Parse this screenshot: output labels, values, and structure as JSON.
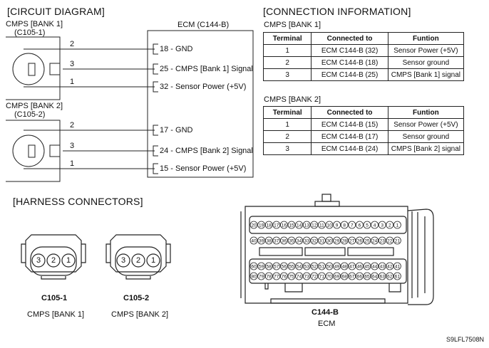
{
  "circuit": {
    "header": "[CIRCUIT DIAGRAM]",
    "ecm_title": "ECM (C144-B)",
    "bank1": {
      "name": "CMPS [BANK 1]",
      "conn": "(C105-1)",
      "pins": [
        {
          "pin": "2",
          "ecm_pin": "18",
          "label": "GND"
        },
        {
          "pin": "3",
          "ecm_pin": "25",
          "label": "CMPS [Bank 1] Signal"
        },
        {
          "pin": "1",
          "ecm_pin": "32",
          "label": "Sensor Power (+5V)"
        }
      ]
    },
    "bank2": {
      "name": "CMPS [BANK 2]",
      "conn": "(C105-2)",
      "pins": [
        {
          "pin": "2",
          "ecm_pin": "17",
          "label": "GND"
        },
        {
          "pin": "3",
          "ecm_pin": "24",
          "label": "CMPS [Bank 2] Signal"
        },
        {
          "pin": "1",
          "ecm_pin": "15",
          "label": "Sensor Power (+5V)"
        }
      ]
    }
  },
  "connection_info": {
    "header": "[CONNECTION INFORMATION]",
    "columns": [
      "Terminal",
      "Connected to",
      "Funtion"
    ],
    "bank1": {
      "title": "CMPS [BANK 1]",
      "rows": [
        [
          "1",
          "ECM C144-B (32)",
          "Sensor Power (+5V)"
        ],
        [
          "2",
          "ECM C144-B (18)",
          "Sensor ground"
        ],
        [
          "3",
          "ECM C144-B (25)",
          "CMPS [Bank 1] signal"
        ]
      ]
    },
    "bank2": {
      "title": "CMPS [BANK 2]",
      "rows": [
        [
          "1",
          "ECM C144-B (15)",
          "Sensor Power (+5V)"
        ],
        [
          "2",
          "ECM C144-B (17)",
          "Sensor ground"
        ],
        [
          "3",
          "ECM C144-B (24)",
          "CMPS [Bank 2] signal"
        ]
      ]
    }
  },
  "harness": {
    "header": "[HARNESS CONNECTORS]",
    "c105_1": {
      "id": "C105-1",
      "name": "CMPS [BANK 1]",
      "pins": [
        "3",
        "2",
        "1"
      ]
    },
    "c105_2": {
      "id": "C105-2",
      "name": "CMPS [BANK 2]",
      "pins": [
        "3",
        "2",
        "1"
      ]
    },
    "c144b": {
      "id": "C144-B",
      "name": "ECM",
      "row1": [
        "20",
        "19",
        "18",
        "17",
        "16",
        "15",
        "14",
        "13",
        "12",
        "11",
        "10",
        "9",
        "8",
        "7",
        "6",
        "5",
        "4",
        "3",
        "2",
        "1"
      ],
      "row2": [
        "40",
        "39",
        "38",
        "37",
        "36",
        "35",
        "34",
        "33",
        "32",
        "31",
        "30",
        "29",
        "28",
        "27",
        "26",
        "25",
        "24",
        "23",
        "22",
        "21"
      ],
      "row3": [
        "60",
        "59",
        "58",
        "57",
        "56",
        "55",
        "54",
        "53",
        "52",
        "51",
        "50",
        "49",
        "48",
        "47",
        "46",
        "45",
        "44",
        "43",
        "42",
        "41"
      ],
      "row4": [
        "80",
        "79",
        "78",
        "77",
        "76",
        "75",
        "74",
        "73",
        "72",
        "71",
        "70",
        "69",
        "68",
        "67",
        "66",
        "65",
        "64",
        "63",
        "62",
        "61"
      ]
    }
  },
  "figure_code": "S9LFL7508N"
}
